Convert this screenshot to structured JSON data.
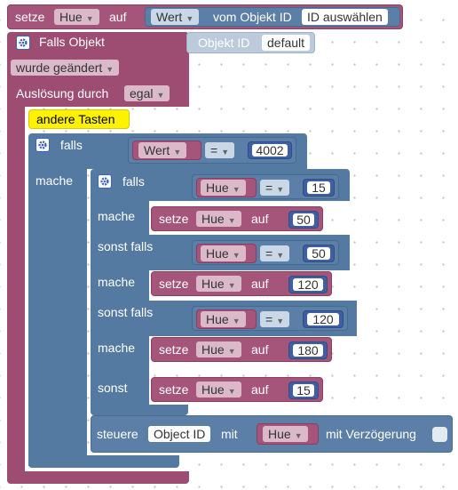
{
  "top": {
    "setze": "setze",
    "var": "Hue",
    "auf": "auf",
    "wert": "Wert",
    "vom": "vom Objekt ID",
    "id": "ID auswählen"
  },
  "trigger": {
    "falls_objekt": "Falls Objekt",
    "objekt_id": "Objekt ID",
    "default_value": "default",
    "changed": "wurde geändert",
    "ausloesung": "Auslösung durch",
    "egal": "egal"
  },
  "comment": "andere Tasten",
  "outer": {
    "falls": "falls",
    "mache": "mache",
    "wert": "Wert",
    "op": "=",
    "value": "4002"
  },
  "inner": {
    "falls": "falls",
    "mache": "mache",
    "sonst_falls": "sonst falls",
    "sonst": "sonst",
    "setze": "setze",
    "auf": "auf",
    "var": "Hue",
    "op": "=",
    "cond1": "15",
    "set1": "50",
    "cond2": "50",
    "set2": "120",
    "cond3": "120",
    "set3": "180",
    "set_else": "15"
  },
  "steuere": {
    "label": "steuere",
    "id": "Object ID",
    "mit": "mit",
    "var": "Hue",
    "delay": "mit Verzögerung"
  },
  "colors": {
    "event": "#a5557a",
    "logic": "#5b7fa6",
    "comment": "#fff200"
  }
}
